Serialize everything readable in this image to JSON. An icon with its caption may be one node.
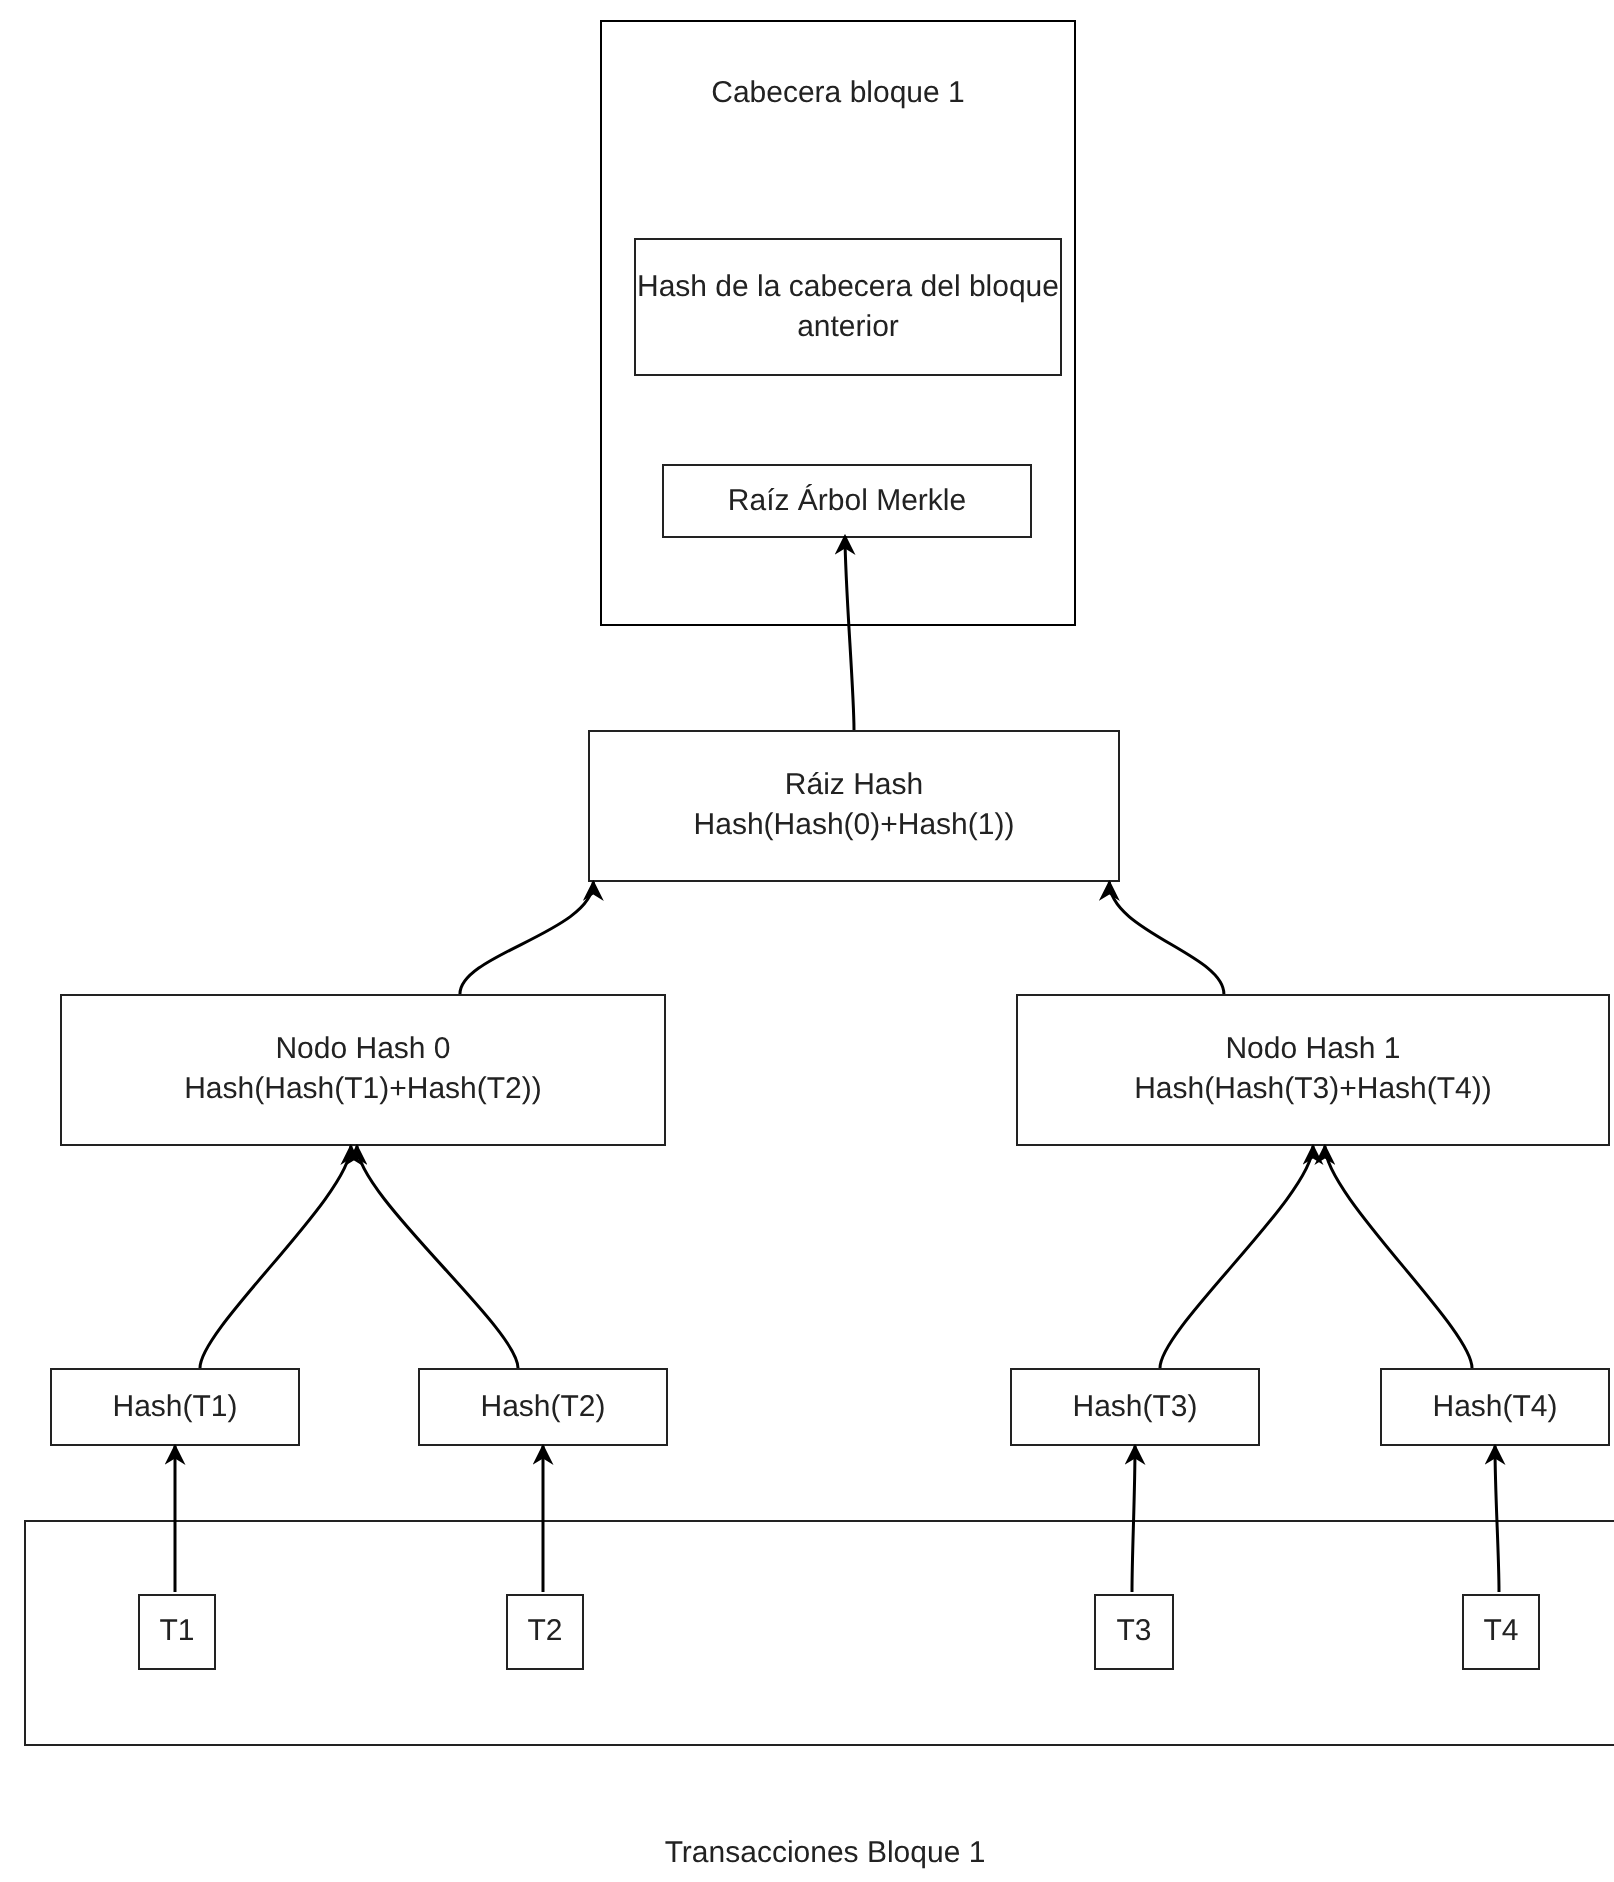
{
  "diagram": {
    "nodes": [
      {
        "text": [
          "Cabecera bloque 1"
        ]
      },
      {
        "text": [
          "Hash de la cabecera del bloque anterior"
        ],
        "in": 0
      },
      {
        "text": [
          "Raíz Árbol Merkle"
        ],
        "in": 0
      },
      {
        "text": [
          "Ráiz Hash",
          "Hash(Hash(0)+Hash(1))"
        ]
      },
      {
        "text": [
          "Nodo Hash 0",
          "Hash(Hash(T1)+Hash(T2))"
        ]
      },
      {
        "text": [
          "Nodo Hash 1",
          "Hash(Hash(T3)+Hash(T4))"
        ]
      },
      {
        "text": [
          "Hash(T1)"
        ]
      },
      {
        "text": [
          "Hash(T2)"
        ]
      },
      {
        "text": [
          "Hash(T3)"
        ]
      },
      {
        "text": [
          "Hash(T4)"
        ]
      },
      {
        "text": [
          "Transacciones Bloque 1"
        ]
      },
      {
        "text": [
          "T1"
        ],
        "in": 10
      },
      {
        "text": [
          "T2"
        ],
        "in": 10
      },
      {
        "text": [
          "T3"
        ],
        "in": 10
      },
      {
        "text": [
          "T4"
        ],
        "in": 10
      }
    ],
    "edges": [
      {
        "from": 3,
        "to": 2,
        "arrow": "to"
      },
      {
        "from": 4,
        "to": 3,
        "arrow": "to"
      },
      {
        "from": 5,
        "to": 3,
        "arrow": "to"
      },
      {
        "from": 6,
        "to": 4,
        "arrow": "to"
      },
      {
        "from": 7,
        "to": 4,
        "arrow": "to"
      },
      {
        "from": 8,
        "to": 5,
        "arrow": "to"
      },
      {
        "from": 9,
        "to": 5,
        "arrow": "to"
      },
      {
        "from": 11,
        "to": 6,
        "arrow": "to"
      },
      {
        "from": 12,
        "to": 7,
        "arrow": "to"
      },
      {
        "from": 13,
        "to": 8,
        "arrow": "to"
      },
      {
        "from": 14,
        "to": 9,
        "arrow": "to"
      }
    ]
  }
}
